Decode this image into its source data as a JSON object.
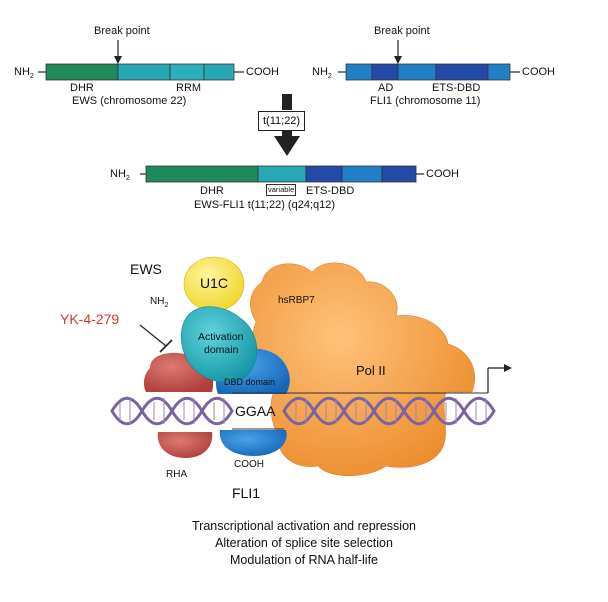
{
  "top": {
    "ews": {
      "break_label": "Break point",
      "nh2": "NH2",
      "cooh": "COOH",
      "dhr": "DHR",
      "rrm": "RRM",
      "caption": "EWS (chromosome 22)"
    },
    "fli1": {
      "break_label": "Break point",
      "nh2": "NH2",
      "cooh": "COOH",
      "ad": "AD",
      "ets": "ETS-DBD",
      "caption": "FLI1 (chromosome 11)"
    },
    "translocation": "t(11;22)",
    "fusion": {
      "nh2": "NH2",
      "cooh": "COOH",
      "dhr": "DHR",
      "variable": "variable",
      "ets": "ETS-DBD",
      "caption": "EWS-FLI1 t(11;22) (q24;q12)"
    }
  },
  "complex": {
    "ews": "EWS",
    "u1c": "U1C",
    "nh2": "NH2",
    "inhibitor": "YK-4-279",
    "activation": "Activation domain",
    "activation_l1": "Activation",
    "activation_l2": "domain",
    "dbd": "DBD domain",
    "hsrbp7": "hsRBP7",
    "pol2": "Pol II",
    "ggaa": "GGAA",
    "rha": "RHA",
    "cooh": "COOH",
    "fli1": "FLI1"
  },
  "functions": [
    "Transcriptional activation and repression",
    "Alteration of splice site selection",
    "Modulation of RNA half-life"
  ],
  "colors": {
    "ews_green": "#1e8a5c",
    "teal": "#26a9b5",
    "blue": "#1f7fc7",
    "navy": "#244aa8",
    "orange": "#f5a04d",
    "yellow": "#f6e54a",
    "red": "#c0504d",
    "dna": "#7b62a3",
    "inhibitor_red": "#d23a35"
  }
}
